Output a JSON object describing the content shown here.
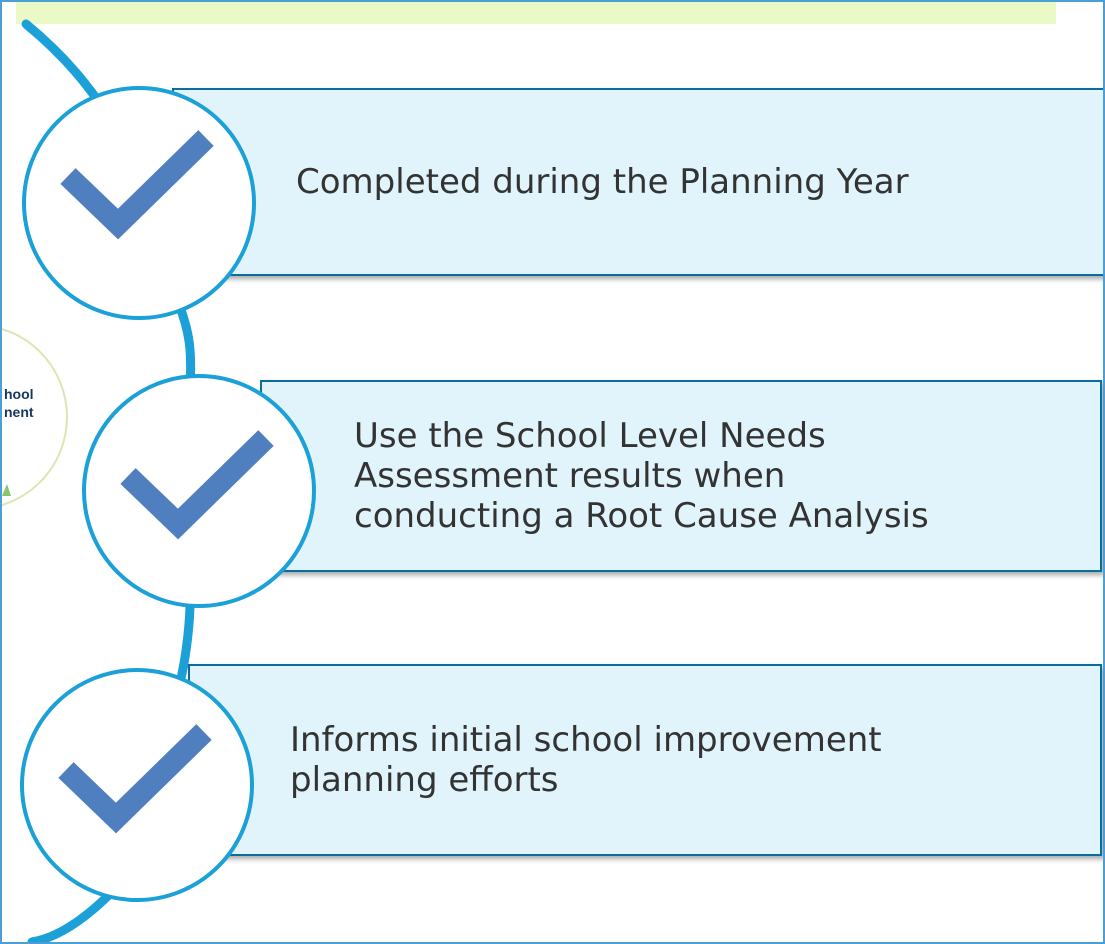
{
  "background": {
    "partial_circle_text": "hool\nnent"
  },
  "colors": {
    "box_fill": "#e1f4fb",
    "box_border": "#0a6d9b",
    "spine": "#1ba0d7",
    "checkmark": "#4f7fbf",
    "top_band": "#eafac6"
  },
  "steps": [
    {
      "icon": "checkmark-icon",
      "text": "Completed during the Planning Year"
    },
    {
      "icon": "checkmark-icon",
      "text": "Use the School Level Needs\nAssessment results when\nconducting a Root Cause Analysis"
    },
    {
      "icon": "checkmark-icon",
      "text": "Informs initial school improvement\nplanning efforts"
    }
  ]
}
